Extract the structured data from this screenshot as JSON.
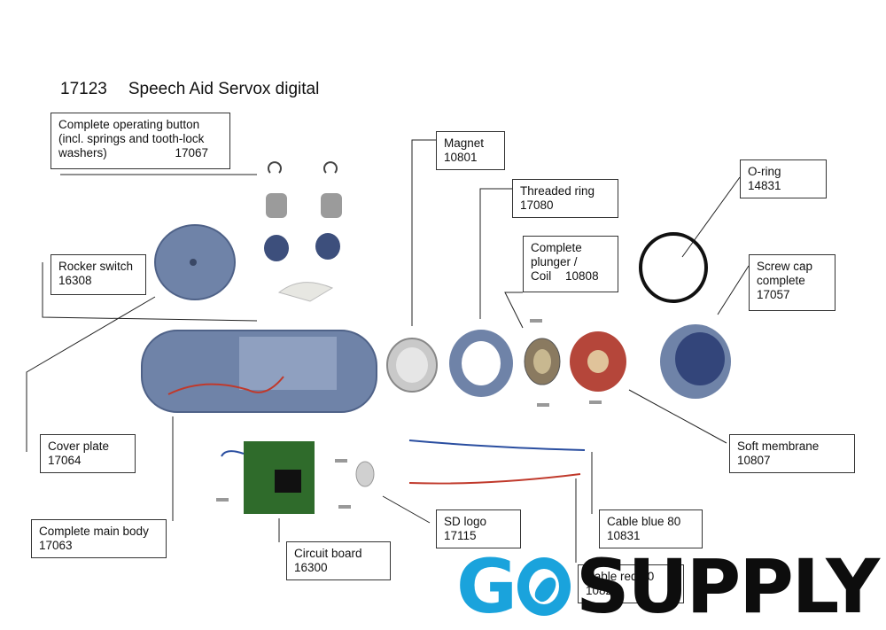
{
  "title": {
    "number": "17123",
    "text": "Speech Aid Servox digital"
  },
  "parts": {
    "operating_button": {
      "line1": "Complete operating button",
      "line2": "(incl. springs and tooth-lock",
      "line3": "washers)",
      "code": "17067"
    },
    "rocker_switch": {
      "name": "Rocker switch",
      "code": "16308"
    },
    "cover_plate": {
      "name": "Cover plate",
      "code": "17064"
    },
    "main_body": {
      "name": "Complete main body",
      "code": "17063"
    },
    "circuit_board": {
      "name": "Circuit board",
      "code": "16300"
    },
    "sd_logo": {
      "name": "SD logo",
      "code": "17115"
    },
    "magnet": {
      "name": "Magnet",
      "code": "10801"
    },
    "threaded_ring": {
      "name": "Threaded ring",
      "code": "17080"
    },
    "plunger": {
      "line1": "Complete",
      "line2": "plunger /",
      "line3": "Coil",
      "code": "10808"
    },
    "o_ring": {
      "name": "O-ring",
      "code": "14831"
    },
    "screw_cap": {
      "line1": "Screw cap",
      "line2": "complete",
      "code": "17057"
    },
    "soft_membrane": {
      "name": "Soft membrane",
      "code": "10807"
    },
    "cable_blue": {
      "name": "Cable blue 80",
      "code": "10831"
    },
    "cable_red": {
      "name": "Cable red 80",
      "code": "10829"
    }
  },
  "watermark": {
    "go_g": "G",
    "supply": "SUPPLY"
  },
  "colors": {
    "part_blue": "#6f83a8",
    "logo_blue": "#1aa3dc",
    "membrane_red": "#b5463a"
  }
}
